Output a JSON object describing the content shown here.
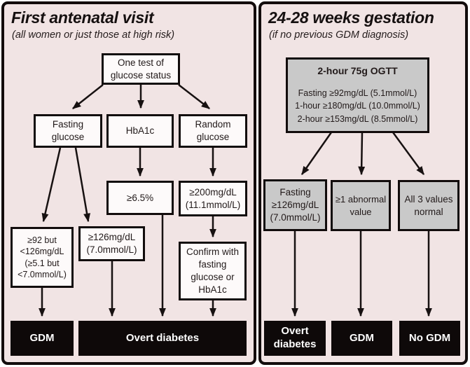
{
  "panels": {
    "left": {
      "title": "First antenatal visit",
      "subtitle": "(all women or just those at high risk)",
      "nodes": {
        "one_test": "One test of\nglucose status",
        "fasting": "Fasting\nglucose",
        "hba1c": "HbA1c",
        "random": "Random\nglucose",
        "hba1c_cutoff": "≥6.5%",
        "random_cutoff": "≥200mg/dL\n(11.1mmol/L)",
        "fasting_gdm_range": "≥92 but\n<126mg/dL\n(≥5.1 but\n<7.0mmol/L)",
        "fasting_overt": "≥126mg/dL\n(7.0mmol/L)",
        "confirm": "Confirm with\nfasting\nglucose or\nHbA1c",
        "outcome_gdm": "GDM",
        "outcome_overt": "Overt diabetes"
      }
    },
    "right": {
      "title": "24-28 weeks gestation",
      "subtitle": "(if no previous GDM diagnosis)",
      "nodes": {
        "ogtt_title": "2-hour 75g OGTT",
        "ogtt_criteria": "Fasting ≥92mg/dL (5.1mmol/L)\n1-hour ≥180mg/dL (10.0mmol/L)\n2-hour ≥153mg/dL (8.5mmol/L)",
        "fasting_high": "Fasting\n≥126mg/dL\n(7.0mmol/L)",
        "abnormal": "≥1 abnormal\nvalue",
        "normal": "All 3 values\nnormal",
        "outcome_overt": "Overt\ndiabetes",
        "outcome_gdm": "GDM",
        "outcome_no_gdm": "No GDM"
      }
    }
  },
  "colors": {
    "panel_background": "#f1e4e4",
    "node_fill": "#fdfafa",
    "gray_fill": "#c9c9c9",
    "black_fill": "#0e0909",
    "line": "#171111"
  }
}
